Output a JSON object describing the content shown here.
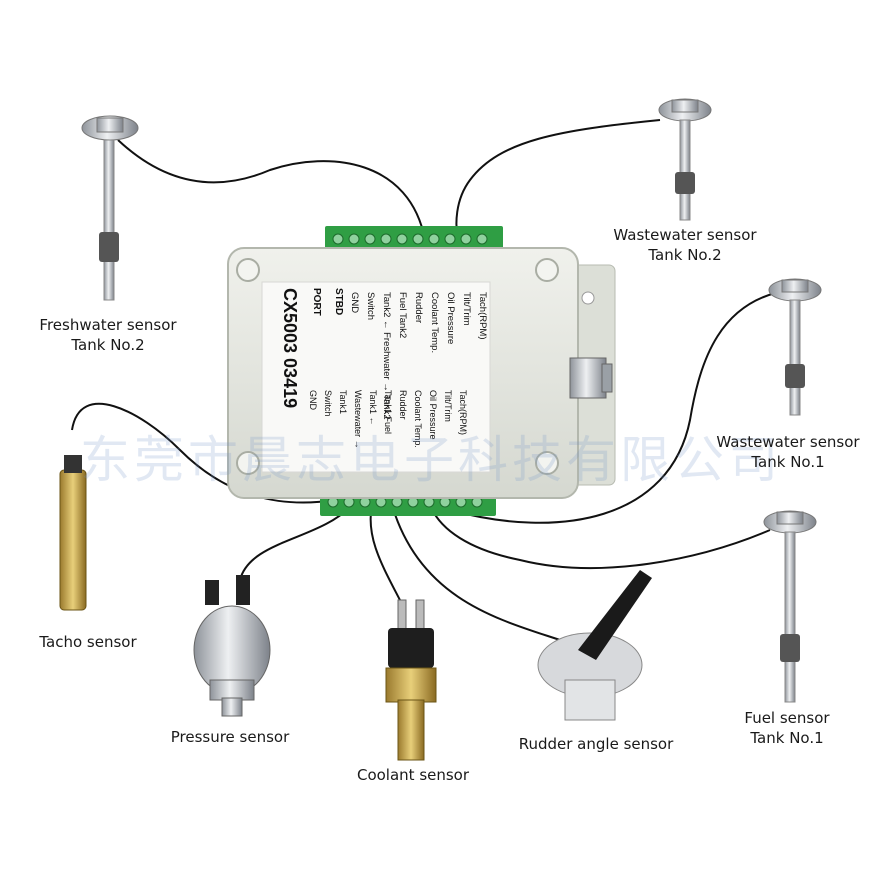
{
  "module": {
    "model": "CX5003  03419",
    "port_label": "PORT",
    "stbd_label": "STBD",
    "stbd_lines": [
      "Tach(RPM)",
      "Tilt/Trim",
      "Oil Pressure",
      "Coolant Temp.",
      "Rudder",
      "Fuel Tank2",
      "Tank2 ← Freshwater → Tank2",
      "Switch",
      "GND"
    ],
    "port_lines": [
      "Tach(RPM)",
      "Tilt/Trim",
      "Oil Pressure",
      "Coolant Temp.",
      "Rudder",
      "Tank1 Fuel",
      "Tank1 ← Wastewater → Tank1",
      "Switch",
      "GND"
    ]
  },
  "sensors": {
    "freshwater": [
      "Freshwater sensor",
      "Tank No.2"
    ],
    "wastewater2": [
      "Wastewater sensor",
      "Tank No.2"
    ],
    "wastewater1": [
      "Wastewater sensor",
      "Tank No.1"
    ],
    "fuel": [
      "Fuel sensor",
      "Tank No.1"
    ],
    "tacho": "Tacho sensor",
    "pressure": "Pressure sensor",
    "coolant": "Coolant sensor",
    "rudder": "Rudder angle sensor"
  },
  "watermark": "东莞市晨志电子科技有限公司",
  "colors": {
    "terminal_green": "#2f9e44",
    "housing": "#e6e8e2",
    "wire": "#111111",
    "metal": "#b8bcc2"
  }
}
